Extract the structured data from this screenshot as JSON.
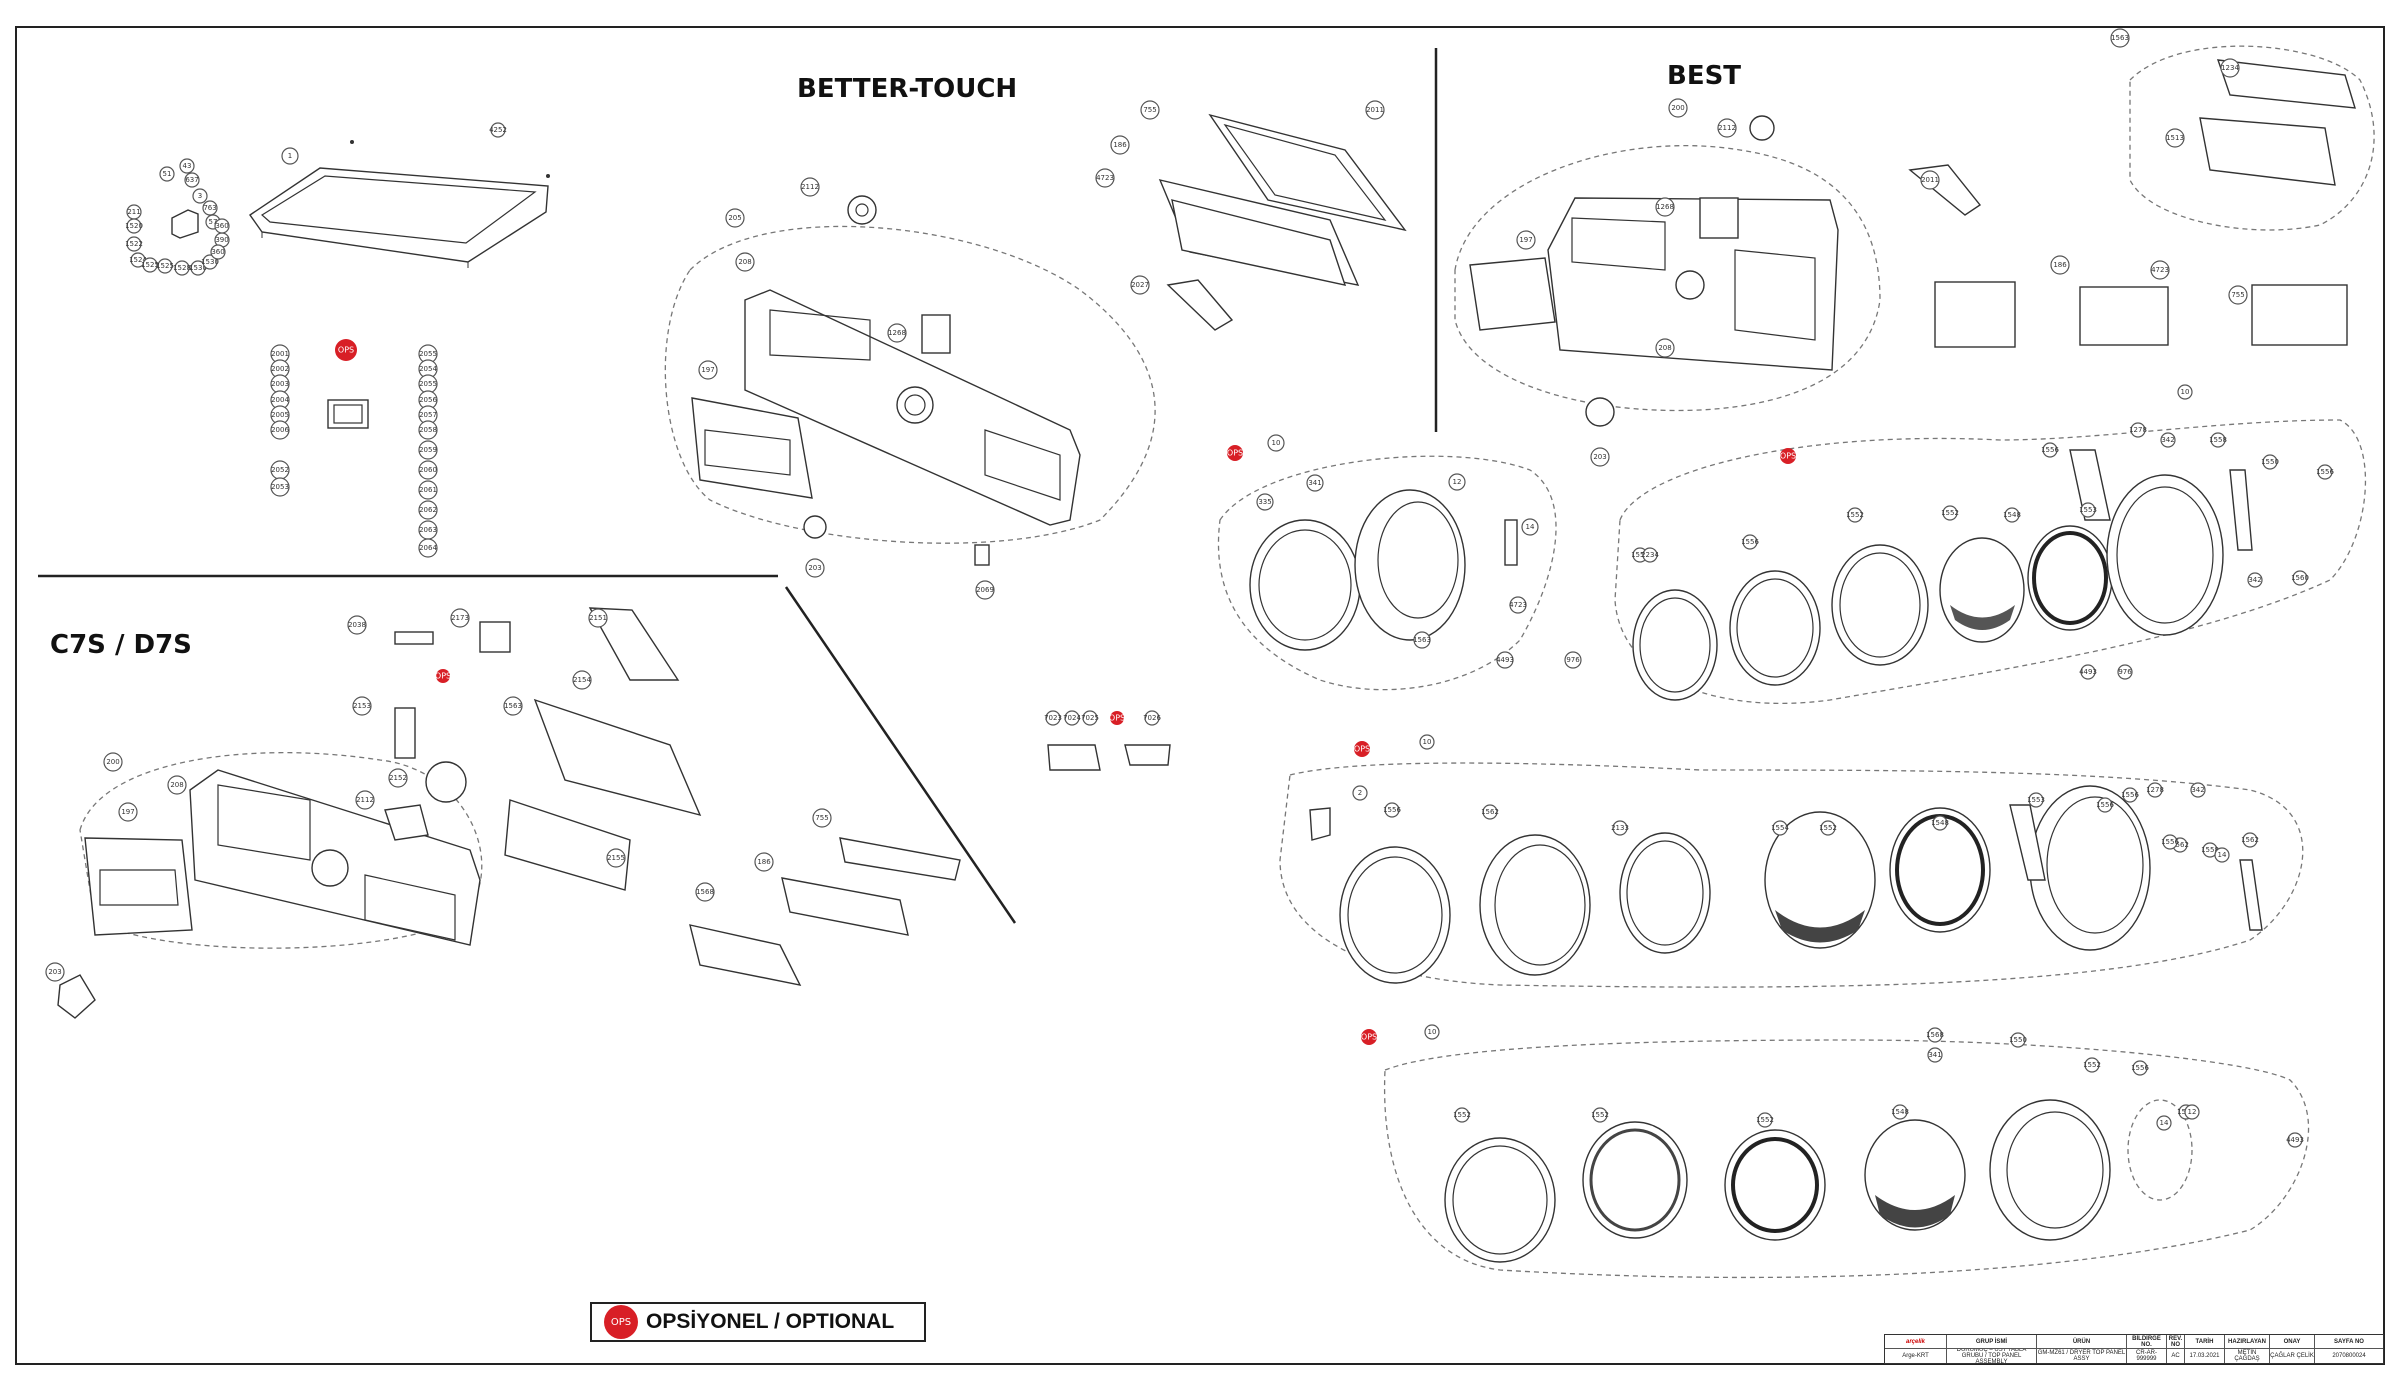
{
  "sections": {
    "better_touch": "BETTER-TOUCH",
    "best": "BEST",
    "c7s_d7s": "C7S / D7S"
  },
  "optional_badge": "OPS",
  "legend": {
    "badge": "OPS",
    "text": "OPSİYONEL / OPTIONAL"
  },
  "callouts": {
    "top_left": [
      "1",
      "4252",
      "51",
      "43",
      "637",
      "3",
      "763",
      "57",
      "211",
      "1520",
      "1522",
      "1524",
      "1525",
      "1525",
      "1528",
      "1530",
      "1530",
      "390",
      "360",
      "360"
    ],
    "option_left": [
      "2001",
      "2002",
      "2003",
      "2004",
      "2005",
      "2006",
      "2052",
      "2053"
    ],
    "option_right": [
      "2055",
      "2054",
      "2055",
      "2056",
      "2057",
      "2058",
      "2059",
      "2060",
      "2061",
      "2062",
      "2063",
      "2064"
    ],
    "better_touch": [
      "2112",
      "205",
      "208",
      "1268",
      "197",
      "203",
      "2069",
      "755",
      "186",
      "4723",
      "2011",
      "2027"
    ],
    "best": [
      "200",
      "2112",
      "1268",
      "197",
      "208",
      "203",
      "1563",
      "1234",
      "1513",
      "4723",
      "186",
      "755",
      "2011"
    ],
    "c7s": [
      "2038",
      "2173",
      "2151",
      "2154",
      "2153",
      "1563",
      "2152",
      "2112",
      "200",
      "208",
      "197",
      "203",
      "2155",
      "755",
      "186",
      "1568"
    ],
    "middle": [
      "7023",
      "7024",
      "7025",
      "7026"
    ],
    "door1": [
      "10",
      "335",
      "341",
      "12",
      "14",
      "4493",
      "4723",
      "976",
      "1563"
    ],
    "door2": [
      "10",
      "1554",
      "1556",
      "1552",
      "1552",
      "1548",
      "1553",
      "1556",
      "1278",
      "342",
      "1558",
      "1550",
      "1556",
      "1560",
      "342",
      "2234",
      "4493",
      "976"
    ],
    "door3": [
      "10",
      "2",
      "1556",
      "1562",
      "2133",
      "1554",
      "1552",
      "1548",
      "1553",
      "1556",
      "1556",
      "1278",
      "342",
      "1562",
      "1562",
      "1556",
      "1558",
      "14"
    ],
    "door4": [
      "10",
      "1552",
      "1552",
      "1552",
      "1548",
      "1568",
      "341",
      "1550",
      "1552",
      "1556",
      "1548",
      "14",
      "12",
      "4493"
    ]
  },
  "titleblock": {
    "brand": "arçelik",
    "dept": "Arge-KRT",
    "headers": [
      "GRUP İSMİ",
      "ÜRÜN",
      "BİLDİRGE NO.",
      "REV. NO",
      "TARİH",
      "HAZIRLAYAN",
      "ONAY",
      "SAYFA NO"
    ],
    "group": "DÜRÜMÜÇ – ÜST TABLA GRUBU / TOP PANEL ASSEMBLY",
    "product": "GM-MZ61 / DRYER TOP PANEL ASSY",
    "doc_no": "CR-AR-999999",
    "rev": "AC",
    "date": "17.03.2021",
    "prepared": "METİN ÇAĞDAŞ",
    "approved": "ÇAĞLAR ÇELİK",
    "page": "2070800024"
  }
}
